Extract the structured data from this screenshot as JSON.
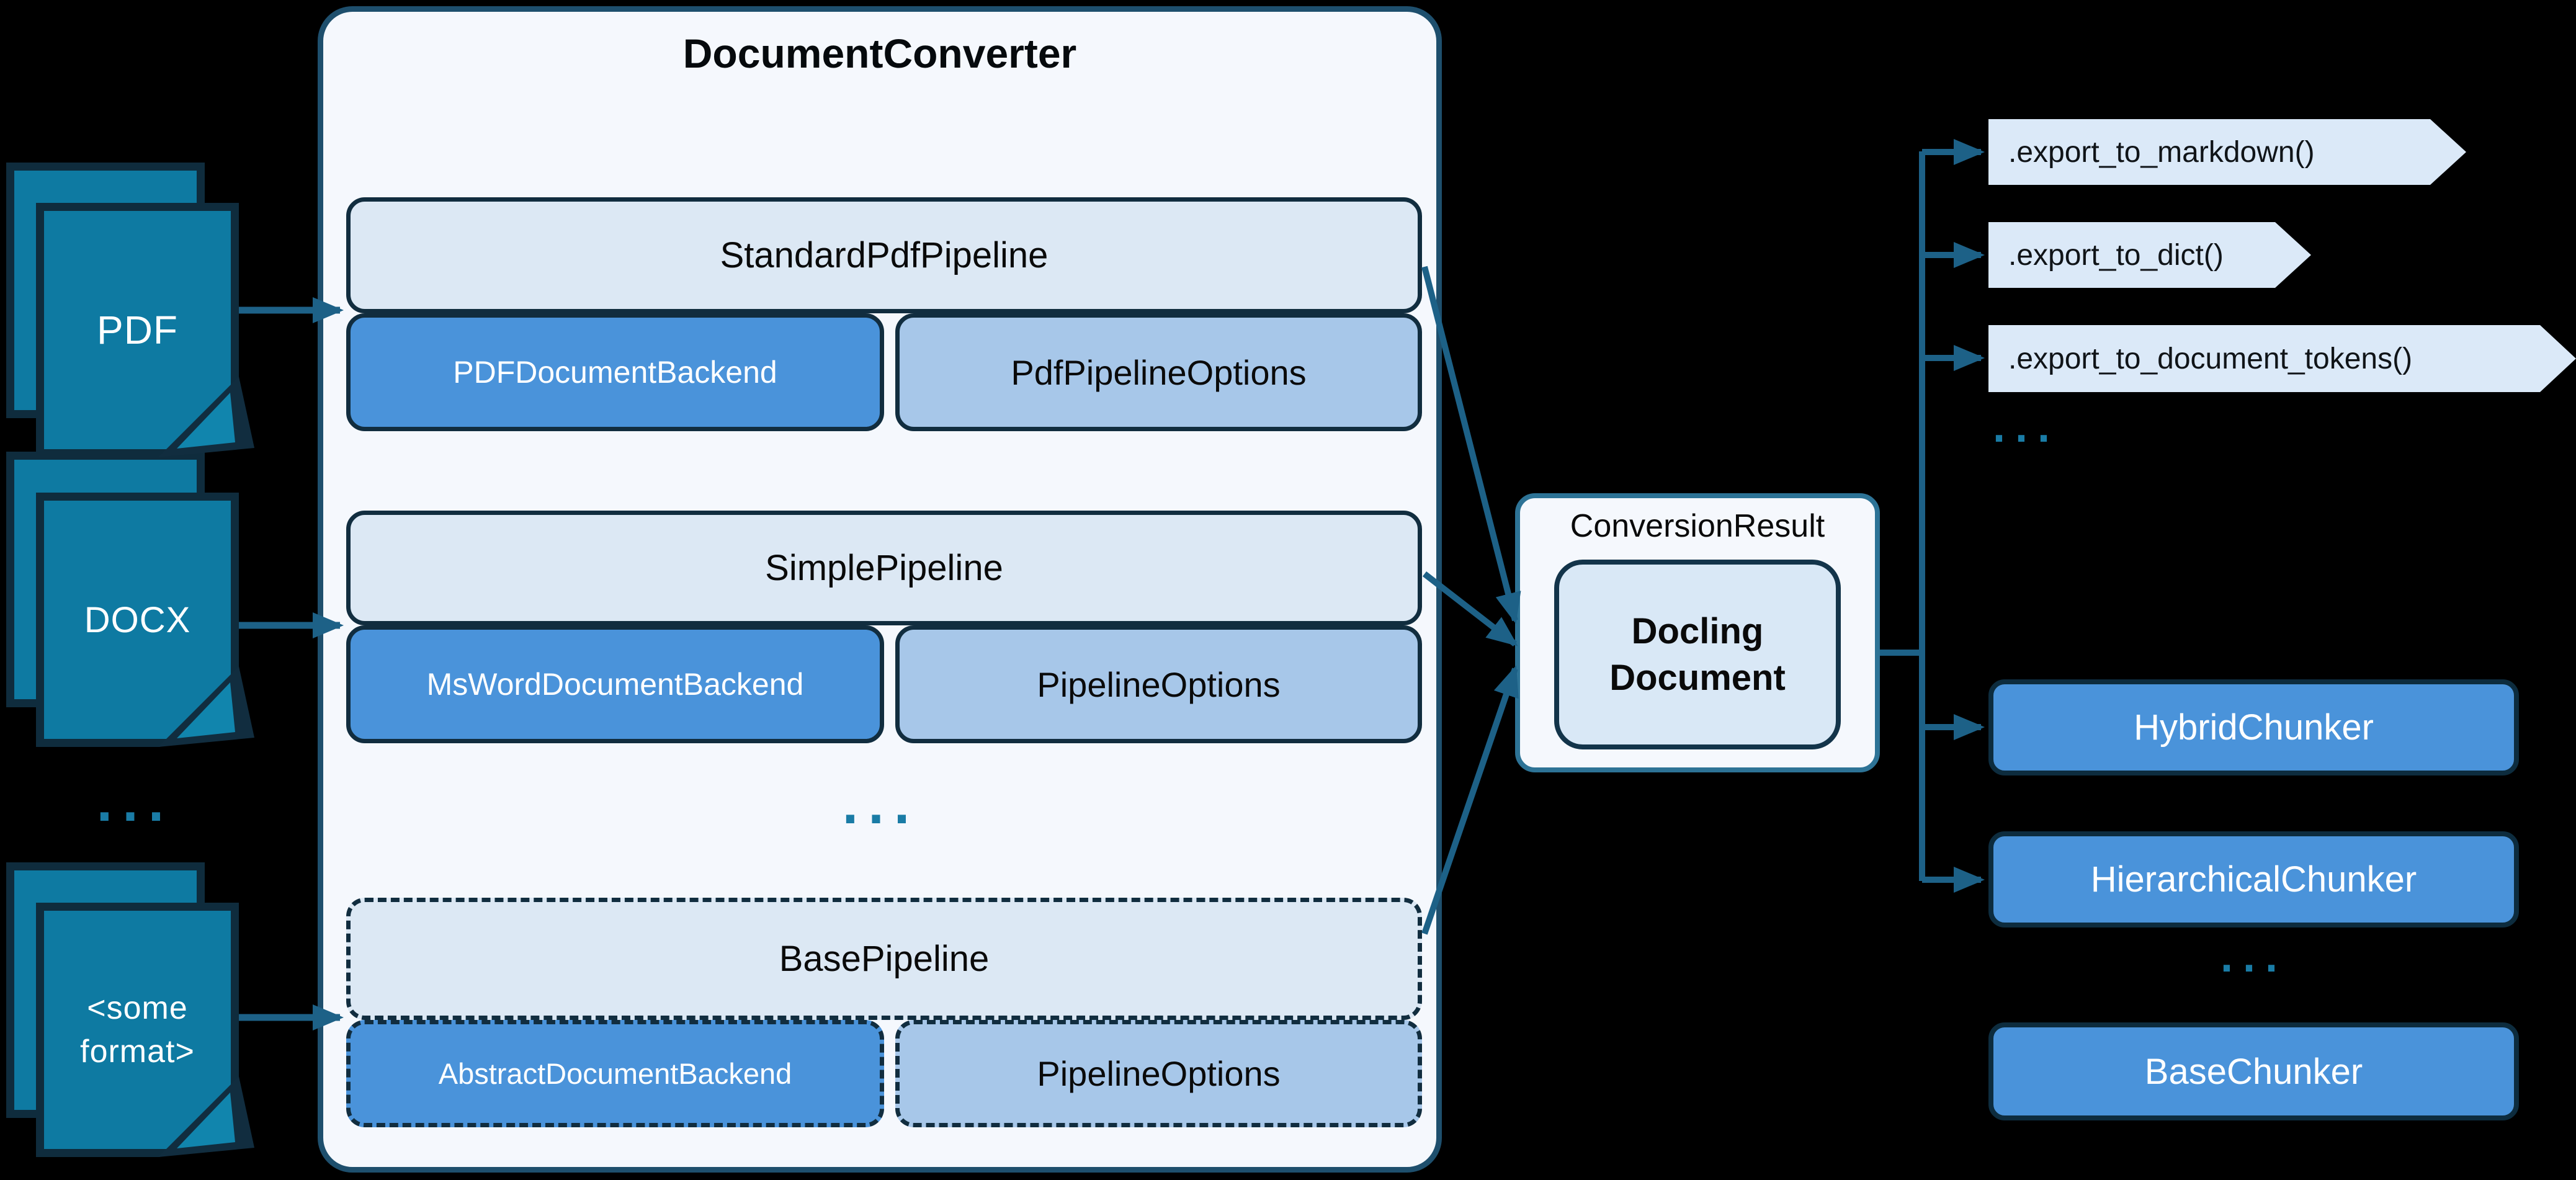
{
  "diagram": {
    "inputs": [
      {
        "label": "PDF"
      },
      {
        "label": "DOCX"
      },
      {
        "label_line1": "<some",
        "label_line2": "format>"
      }
    ],
    "inputs_ellipsis": "...",
    "converter": {
      "title": "DocumentConverter",
      "pipelines": [
        {
          "name": "StandardPdfPipeline",
          "backend": "PDFDocumentBackend",
          "options": "PdfPipelineOptions"
        },
        {
          "name": "SimplePipeline",
          "backend": "MsWordDocumentBackend",
          "options": "PipelineOptions"
        },
        {
          "name": "BasePipeline",
          "backend": "AbstractDocumentBackend",
          "options": "PipelineOptions"
        }
      ],
      "ellipsis": "..."
    },
    "result": {
      "label": "ConversionResult",
      "doc_line1": "Docling",
      "doc_line2": "Document"
    },
    "exports": [
      ".export_to_markdown()",
      ".export_to_dict()",
      ".export_to_document_tokens()"
    ],
    "exports_ellipsis": "...",
    "chunkers": [
      {
        "label": "HybridChunker"
      },
      {
        "label": "HierarchicalChunker"
      },
      {
        "label": "BaseChunker"
      }
    ],
    "chunkers_ellipsis": "...",
    "colors": {
      "background": "#000000",
      "document_teal": "#0e7aa2",
      "dark_border": "#112d3f",
      "converter_border": "#1e4f6d",
      "converter_fill": "#f5f8fd",
      "pipeline_title_fill": "#dce8f4",
      "backend_fill": "#4a93da",
      "options_fill": "#a7c7e9",
      "result_border": "#2d7396",
      "docling_fill": "#d9e8f6",
      "tag_fill": "#dbe9f8",
      "arrow_teal": "#1d6187"
    }
  }
}
